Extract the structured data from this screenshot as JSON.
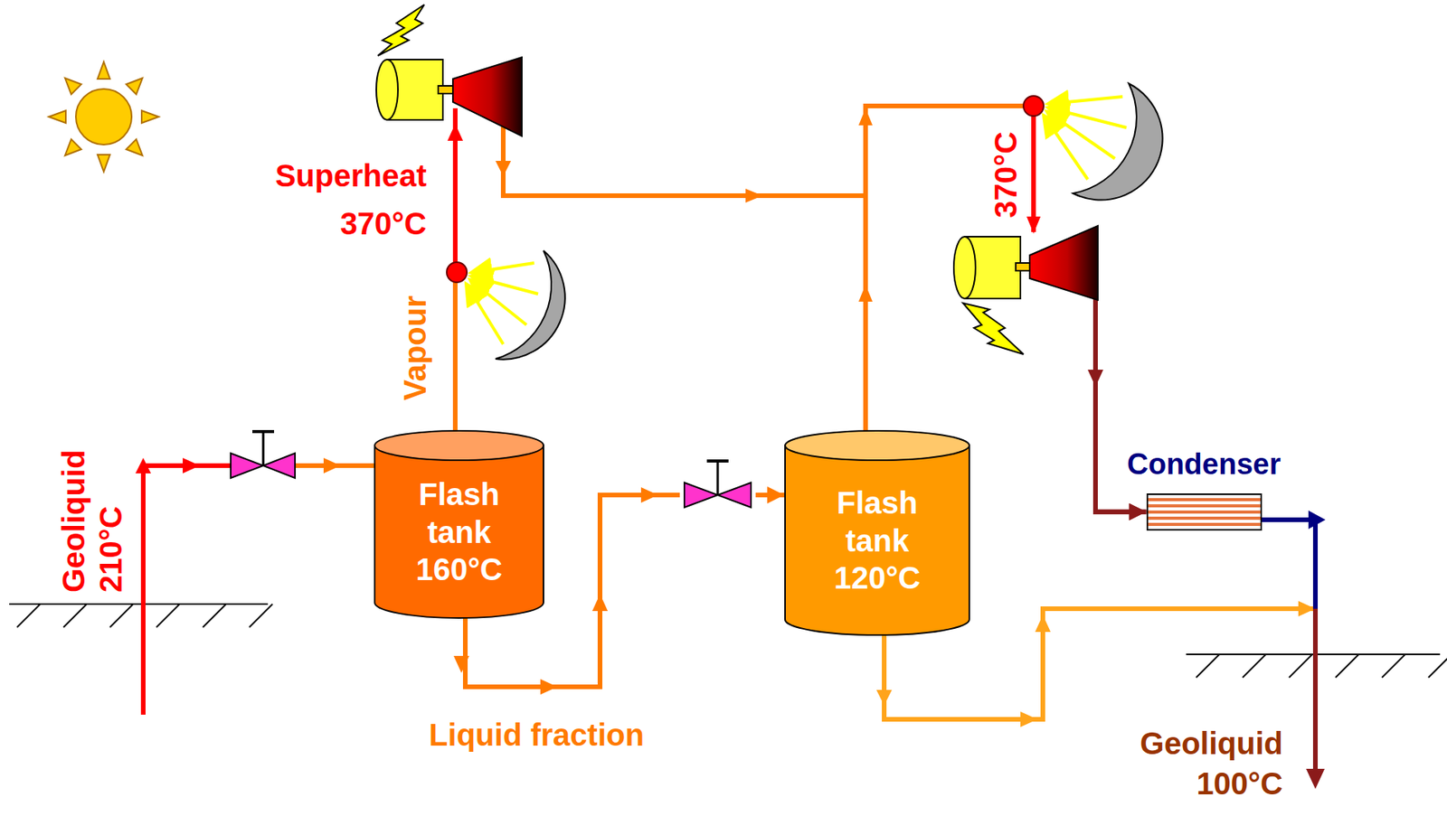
{
  "diagram": {
    "nodes": [
      {
        "text": [
          "Flash tank 160°C"
        ]
      },
      {
        "text": [
          "Flash tank 120°C"
        ]
      },
      {
        "text": [
          "Condenser"
        ]
      }
    ],
    "edges": [
      {
        "from": 0,
        "to": 1,
        "arrow": "to",
        "label": "Liquid fraction"
      },
      {
        "from": 0,
        "to": 2,
        "arrow": "to"
      },
      {
        "from": 1,
        "to": 2,
        "arrow": "to"
      }
    ],
    "labels": [
      "Geoliquid 210°C",
      "Superheat 370°C",
      "Vapour",
      "370°C",
      "Geoliquid 100°C"
    ]
  }
}
